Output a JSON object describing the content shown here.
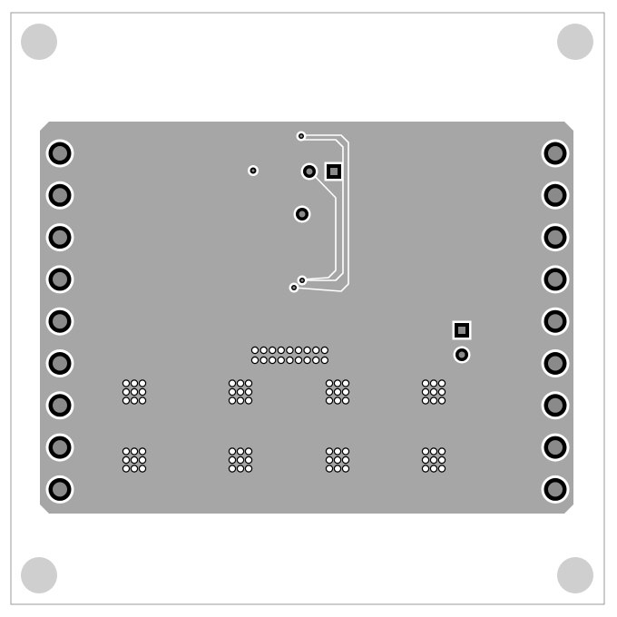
{
  "title": "",
  "colors": {
    "background": "#ffffff",
    "outline": "#9a9a9a",
    "mounting_hole": "#cfcfcf",
    "copper_pour": "#a6a6a6",
    "pad_ring": "#000000",
    "pad_clearance": "#ffffff",
    "pad_center": "#8a8a8a",
    "trace": "#ffffff"
  },
  "parts": {
    "left_header_pins": 9,
    "right_header_pins": 9,
    "mounting_holes": 4,
    "via_clusters": 8,
    "via_cluster_grid": [
      3,
      3
    ],
    "center_connector_grid": [
      2,
      9
    ]
  }
}
